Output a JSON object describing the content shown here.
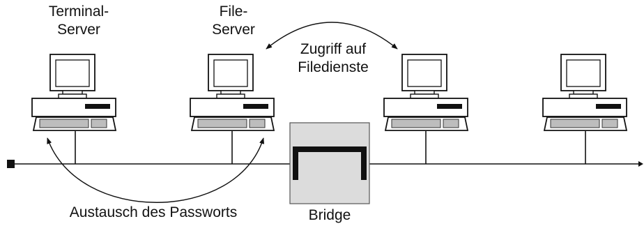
{
  "computers": [
    {
      "label_line1": "Terminal-",
      "label_line2": "Server"
    },
    {
      "label_line1": "File-",
      "label_line2": "Server"
    },
    {
      "label_line1": "",
      "label_line2": ""
    },
    {
      "label_line1": "",
      "label_line2": ""
    }
  ],
  "arrows": {
    "top_label_line1": "Zugriff auf",
    "top_label_line2": "Filedienste",
    "bottom_label": "Austausch des Passworts"
  },
  "bridge": {
    "label": "Bridge"
  },
  "colors": {
    "stroke": "#111111",
    "bridge_fill": "#dcdcdc",
    "background": "#ffffff"
  },
  "icons": {
    "computer": "desktop-computer-icon",
    "bridge": "bridge-icon"
  }
}
